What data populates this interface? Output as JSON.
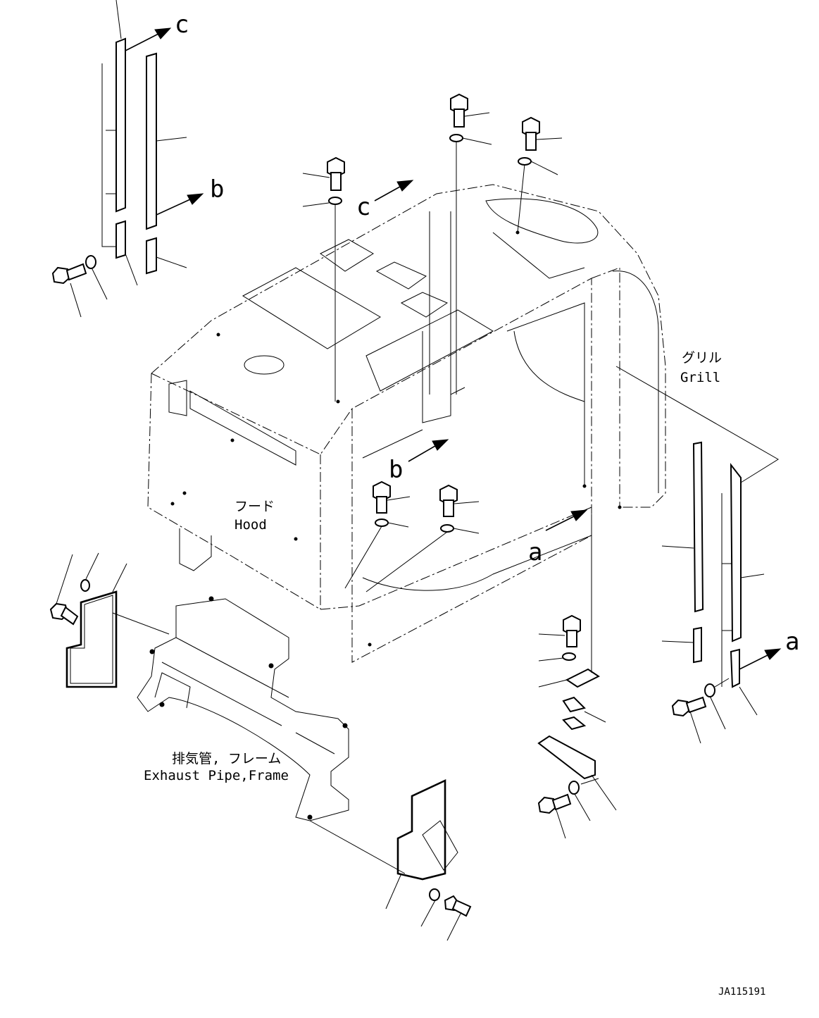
{
  "callouts": {
    "a": "a",
    "b": "b",
    "c": "c"
  },
  "labels": {
    "hood_jp": "フード",
    "hood_en": "Hood",
    "grill_jp": "グリル",
    "grill_en": "Grill",
    "exhaust_jp": "排気管, フレーム",
    "exhaust_en": "Exhaust Pipe,Frame"
  },
  "drawing_id": "JA115191"
}
